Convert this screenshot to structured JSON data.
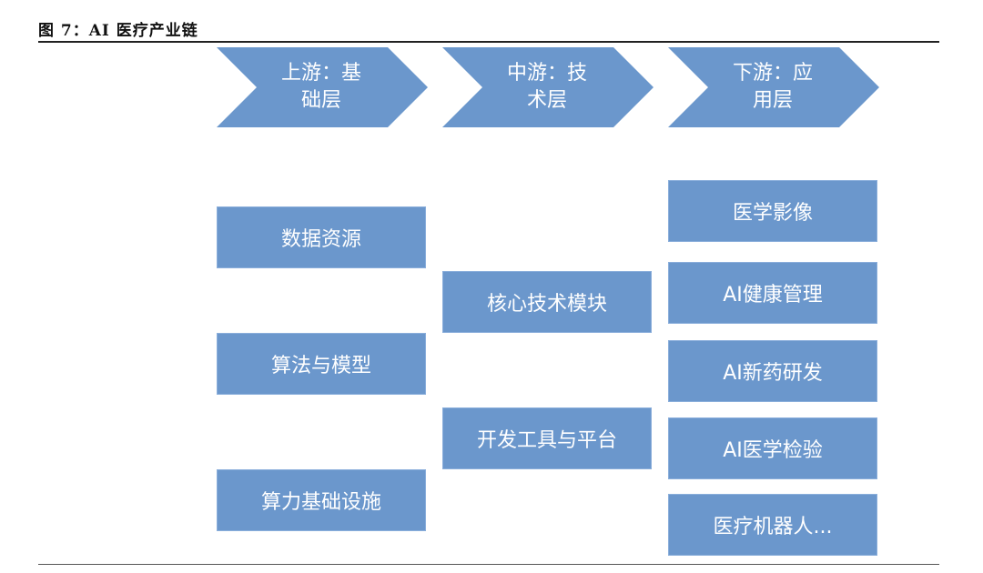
{
  "figure": {
    "title": "图 7：AI 医疗产业链"
  },
  "colors": {
    "box_fill": "#6b97cc",
    "text": "#ffffff",
    "rule": "#222222"
  },
  "stages": [
    {
      "label": "上游：基\n础层"
    },
    {
      "label": "中游：技\n术层"
    },
    {
      "label": "下游：应\n用层"
    }
  ],
  "upstream": {
    "items": [
      "数据资源",
      "算法与模型",
      "算力基础设施"
    ]
  },
  "midstream": {
    "items": [
      "核心技术模块",
      "开发工具与平台"
    ]
  },
  "downstream": {
    "items": [
      "医学影像",
      "AI健康管理",
      "AI新药研发",
      "AI医学检验",
      "医疗机器人..."
    ]
  }
}
